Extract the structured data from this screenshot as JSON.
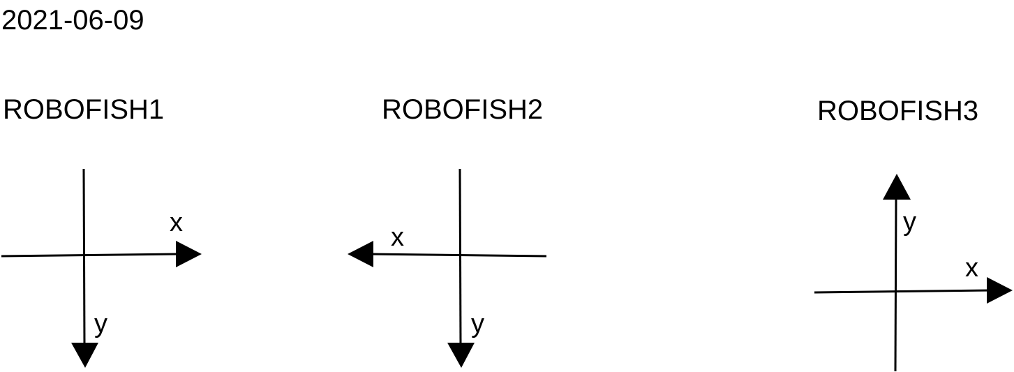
{
  "date": "2021-06-09",
  "frames": [
    {
      "title": "ROBOFISH1",
      "x_axis": {
        "label": "x",
        "direction": "right"
      },
      "y_axis": {
        "label": "y",
        "direction": "down"
      }
    },
    {
      "title": "ROBOFISH2",
      "x_axis": {
        "label": "x",
        "direction": "left"
      },
      "y_axis": {
        "label": "y",
        "direction": "down"
      }
    },
    {
      "title": "ROBOFISH3",
      "x_axis": {
        "label": "x",
        "direction": "right"
      },
      "y_axis": {
        "label": "y",
        "direction": "up"
      }
    }
  ]
}
